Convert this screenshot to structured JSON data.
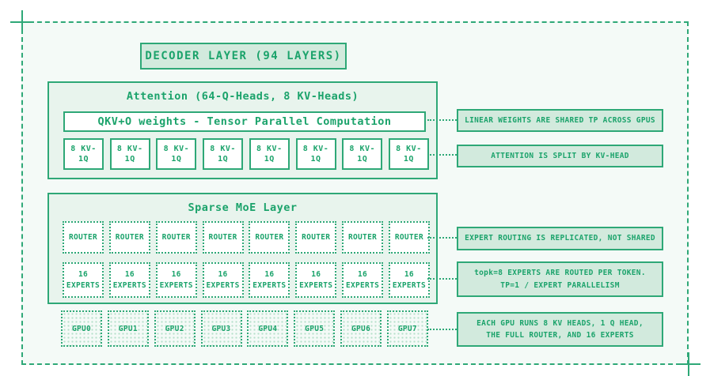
{
  "colors": {
    "accent_text": "#1ba36b",
    "accent_border": "#2ea877",
    "frame_bg": "#f4faf7",
    "container_bg": "#e8f4ed",
    "label_bg": "#d2eadd",
    "dot_fill": "#b5e0ca",
    "box_bg": "#ffffff"
  },
  "decoder": {
    "title": "DECODER LAYER (94 LAYERS)"
  },
  "attention": {
    "title": "Attention (64-Q-Heads, 8 KV-Heads)",
    "qkv_label": "QKV+O weights - Tensor Parallel Computation",
    "kv_units": [
      "8 KV-\n1Q",
      "8 KV-\n1Q",
      "8 KV-\n1Q",
      "8 KV-\n1Q",
      "8 KV-\n1Q",
      "8 KV-\n1Q",
      "8 KV-\n1Q",
      "8 KV-\n1Q"
    ]
  },
  "moe": {
    "title": "Sparse MoE Layer",
    "routers": [
      "ROUTER",
      "ROUTER",
      "ROUTER",
      "ROUTER",
      "ROUTER",
      "ROUTER",
      "ROUTER",
      "ROUTER"
    ],
    "experts": [
      "16\nEXPERTS",
      "16\nEXPERTS",
      "16\nEXPERTS",
      "16\nEXPERTS",
      "16\nEXPERTS",
      "16\nEXPERTS",
      "16\nEXPERTS",
      "16\nEXPERTS"
    ]
  },
  "gpus": [
    "GPU0",
    "GPU1",
    "GPU2",
    "GPU3",
    "GPU4",
    "GPU5",
    "GPU6",
    "GPU7"
  ],
  "annotations": [
    {
      "text": "LINEAR WEIGHTS ARE SHARED TP ACROSS GPUS"
    },
    {
      "text": "ATTENTION IS SPLIT BY KV-HEAD"
    },
    {
      "text": "EXPERT ROUTING IS REPLICATED, NOT SHARED"
    },
    {
      "text": "topk=8 EXPERTS ARE ROUTED PER TOKEN.\nTP=1 / EXPERT PARALLELISM"
    },
    {
      "text": "EACH GPU RUNS 8 KV HEADS, 1 Q HEAD,\nTHE FULL ROUTER, AND 16 EXPERTS"
    }
  ]
}
